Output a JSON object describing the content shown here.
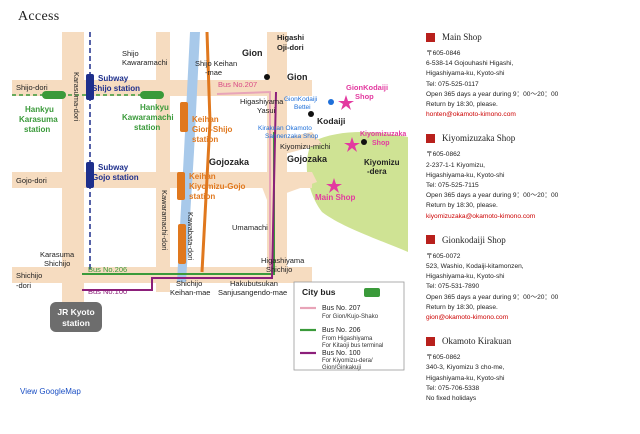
{
  "page": {
    "title": "Access",
    "view_map_link": "View GoogleMap"
  },
  "map": {
    "labels": {
      "karasuma_dori": "Karasuma-dori",
      "higashi": "Higashi",
      "oji_dori": "Oji-dori",
      "shijo_dori": "Shijo-dori",
      "gojo_dori": "Gojo-dori",
      "shichijo": "Shichijo",
      "dori": "-dori",
      "shijo_kawaramachi_1": "Shijo",
      "shijo_kawaramachi_2": "Kawaramachi",
      "shijo_keihan_1": "Shijo Keihan",
      "shijo_keihan_2": "-mae",
      "gion_top": "Gion",
      "gion": "Gion",
      "bus207": "Bus No.207",
      "gionkodaiji_shop_1": "GionKodaiji",
      "gionkodaiji_shop_2": "Shop",
      "gionkodaiji_bettei_1": "GionKodaiji",
      "gionkodaiji_bettei_2": "Bettei",
      "higashiyama_yasui_1": "Higashiyama",
      "higashiyama_yasui_2": "Yasui",
      "kodaiji": "Kodaiji",
      "kirakuan_1": "Kirakuan Okamoto",
      "kirakuan_2": "Sannenzaka Shop",
      "kiyomizuzaka_shop_1": "Kiyomizuzaka",
      "kiyomizuzaka_shop_2": "Shop",
      "kiyomizu_michi": "Kiyomizu-michi",
      "gojozaka_a": "Gojozaka",
      "gojozaka_b": "Gojozaka",
      "kiyomizu_dera_1": "Kiyomizu",
      "kiyomizu_dera_2": "-dera",
      "main_shop": "Main Shop",
      "subway_shijo_1": "Subway",
      "subway_shijo_2": "Shijo station",
      "hankyu_karasuma_1": "Hankyu",
      "hankyu_karasuma_2": "Karasuma",
      "hankyu_karasuma_3": "station",
      "hankyu_kawaramachi_1": "Hankyu",
      "hankyu_kawaramachi_2": "Kawaramachi",
      "hankyu_kawaramachi_3": "station",
      "keihan_gion_1": "Keihan",
      "keihan_gion_2": "Gion-Shijo",
      "keihan_gion_3": "station",
      "subway_gojo_1": "Subway",
      "subway_gojo_2": "Gojo station",
      "keihan_kiyomizu_1": "Keihan",
      "keihan_kiyomizu_2": "Kiyomizu-Gojo",
      "keihan_kiyomizu_3": "station",
      "kawaramachi_dori": "Kawaramachi-dori",
      "kawabata_dori": "Kawabata-dori",
      "umamachi": "Umamachi",
      "higashiyama_shichijo_1": "Higashiyama",
      "higashiyama_shichijo_2": "Shichijo",
      "karasuma_shichijo_1": "Karasuma",
      "karasuma_shichijo_2": "Shichijo",
      "bus206": "Bus No.206",
      "bus100": "Bus No.100",
      "shichijo_keihan_1": "Shichijo",
      "shichijo_keihan_2": "Keihan-mae",
      "hakubutsukan_1": "Hakubutsukan",
      "hakubutsukan_2": "Sanjusangendo-mae",
      "jr_kyoto_1": "JR Kyoto",
      "jr_kyoto_2": "station"
    },
    "legend": {
      "title": "City bus",
      "items": [
        {
          "color": "#e8a4b8",
          "name": "Bus No. 207",
          "desc1": "For Gion/Kujo-Shako",
          "desc2": ""
        },
        {
          "color": "#3a9a3a",
          "name": "Bus No. 206",
          "desc1": "From Higashiyama",
          "desc2": "For Kitaoji bus terminal"
        },
        {
          "color": "#8c1f7a",
          "name": "Bus No. 100",
          "desc1": "For Kiyomizu-dera/",
          "desc2": "Gion/Ginkakuji"
        }
      ]
    }
  },
  "shops": [
    {
      "name": "Main Shop",
      "lines": [
        "〒605-0846",
        "6-538-14 Gojouhashi Higashi,",
        "Higashiyama-ku, Kyoto-shi",
        "Tel: 075-525-0117",
        "Open 365 days a year during 9：00〜20：00",
        "Return by 18:30, please."
      ],
      "email": "honten@okamoto-kimono.com"
    },
    {
      "name": "Kiyomizuzaka Shop",
      "lines": [
        "〒605-0862",
        "2-237-1-1 Kiyomizu,",
        "Higashiyama-ku, Kyoto-shi",
        "Tel: 075-525-7115",
        "Open 365 days a year during 9：00〜20：00",
        "Return by 18:30, please."
      ],
      "email": "kiyomizuzaka@okamoto-kimono.com"
    },
    {
      "name": "Gionkodaiji Shop",
      "lines": [
        "〒605-0072",
        "523, Washio, Kodaiji-kitamonzen,",
        "Higashiyama-ku, Kyoto-shi",
        "Tel: 075-531-7890",
        "Open 365 days a year during 9：00〜20：00",
        "Return by 18:30, please."
      ],
      "email": "gion@okamoto-kimono.com"
    },
    {
      "name": "Okamoto Kirakuan",
      "lines": [
        "〒605-0862",
        "340-3, Kiyomizu 3 cho-me,",
        "Higashiyama-ku, Kyoto-shi",
        "Tel: 075-706-5338",
        "No fixed holidays"
      ],
      "email": ""
    }
  ]
}
